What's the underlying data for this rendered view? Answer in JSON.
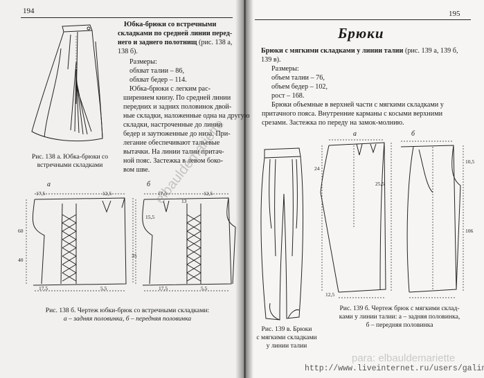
{
  "left_page": {
    "page_number": "194",
    "title_lines": [
      "Юбка-брюки со встречными",
      "складками по средней линии перед-"
    ],
    "title_line3_bold": "него и заднего полотнищ",
    "title_line3_rest": " (рис. 138 а,",
    "title_line4": "138 б).",
    "sizes_label": "Размеры:",
    "size_lines": [
      "обхват талии – 86,",
      "обхват бедер – 114."
    ],
    "body_lines": [
      "Юбка-брюки с легким рас-",
      "ширением книзу. По средней линии",
      "передних и задних половинок двой-",
      "ные складки, наложенные одна на другую",
      "складки, настроченные до линии",
      "бедер и заутюженные до низа. При-",
      "легание обеспечивают тальевые",
      "вытачки. На линии талии притач-",
      "ной пояс. Застежка в левом боко-",
      "вом шве."
    ],
    "fig_138a_caption": [
      "Рис. 138 а. Юбка-брюки со",
      "встречными складками"
    ],
    "fig_138b_caption": [
      "Рис. 138 б. Чертеж юбки-брюк со встречными складками:",
      "а – задняя половинка, б – передняя половинка"
    ],
    "drawing_labels": {
      "a": "а",
      "b": "б",
      "m175a": "17,5",
      "m125": "12,5",
      "m60": "60",
      "m40": "40",
      "m35": "35",
      "m175b": "17,5",
      "m55": "5,5",
      "m155": "15,5",
      "m13": "13",
      "m175c": "17,5",
      "m125b": "12,5",
      "m175d": "17,5",
      "m55b": "5,5"
    }
  },
  "right_page": {
    "page_number": "195",
    "heading": "Брюки",
    "title_bold": "Брюки с мягкими складками у линии талии",
    "title_rest": " (рис. 139 а, 139 б,",
    "title_line2": "139 в).",
    "sizes_label": "Размеры:",
    "size_lines": [
      "объем талии – 76,",
      "объем бедер – 102,",
      "рост – 168."
    ],
    "body_lines": [
      "Брюки объемные в верхней части с мягкими складками у",
      "притачного пояса. Внутренние карманы с косыми верхними",
      "срезами. Застежка по переду на замок-молнию."
    ],
    "fig_139b_caption": [
      "Рис. 139 б. Чертеж брюк с мягкими склад-",
      "ками у линии талии: а – задняя половинка,",
      "б – передняя половинка"
    ],
    "fig_139v_caption": [
      "Рис. 139 в. Брюки",
      "с мягкими складками",
      "у линии талии"
    ],
    "drawing_labels": {
      "a": "а",
      "b": "б",
      "m24": "24",
      "m255": "25,5",
      "m105": "10,5",
      "m106": "106",
      "m125": "12,5"
    }
  },
  "watermark": "elbauldemariette",
  "footer": {
    "credit": "para: elbauldemariette",
    "url": "http://www.liveinternet.ru/users/galina_o/"
  }
}
